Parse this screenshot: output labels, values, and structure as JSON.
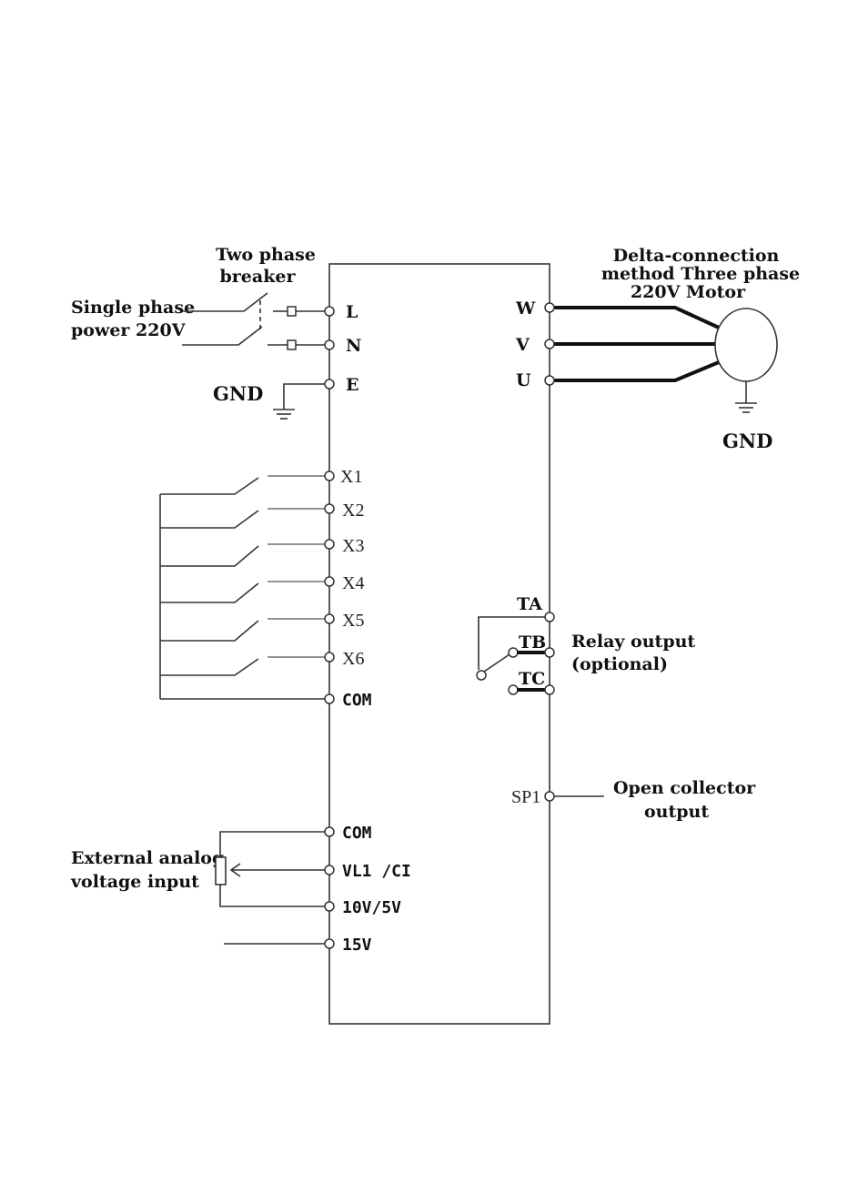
{
  "labels": {
    "breaker": [
      "Two phase",
      "breaker"
    ],
    "power": [
      "Single phase",
      "power 220V"
    ],
    "gnd_left": "GND",
    "motor": [
      "Delta-connection",
      "method Three phase",
      "220V Motor"
    ],
    "gnd_right": "GND",
    "relay": [
      "Relay output",
      "(optional)"
    ],
    "open_collector": [
      "Open collector",
      "output"
    ],
    "analog": [
      "External analog",
      "voltage input"
    ]
  },
  "terminals": {
    "left_power": [
      "L",
      "N",
      "E"
    ],
    "left_inputs": [
      "X1",
      "X2",
      "X3",
      "X4",
      "X5",
      "X6",
      "COM"
    ],
    "left_analog": [
      "COM",
      "VL1 /CI",
      "10V/5V",
      "15V"
    ],
    "right_power": [
      "W",
      "V",
      "U"
    ],
    "right_relay": [
      "TA",
      "TB",
      "TC"
    ],
    "right_output": "SP1"
  }
}
